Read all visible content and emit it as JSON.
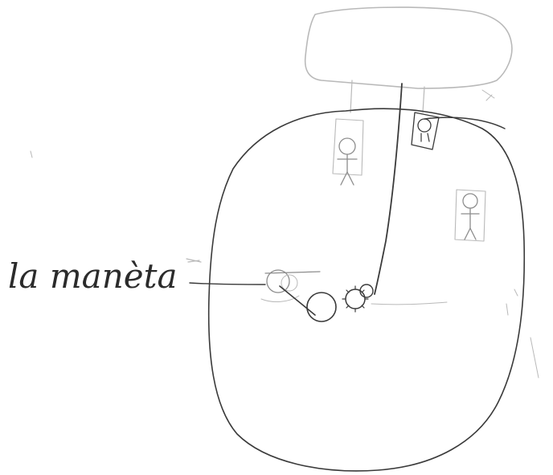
{
  "drawing": {
    "label": "la manèta",
    "pencil_color": "#3a3a3a",
    "faint_color": "#b9b9b9",
    "figures": [
      "stick-figure",
      "stick-figure",
      "stick-figure"
    ],
    "parts": [
      "handle",
      "gear",
      "wheel",
      "rope",
      "frame"
    ]
  }
}
